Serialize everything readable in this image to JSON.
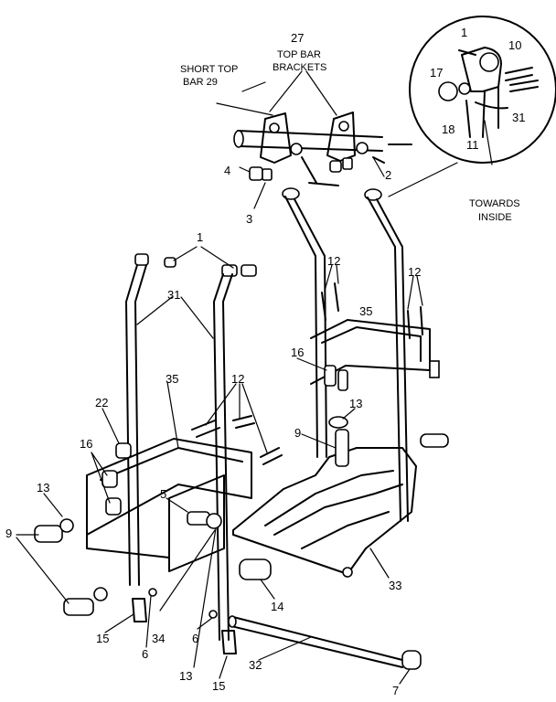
{
  "labels": {
    "n1": "1",
    "n1b": "1",
    "n2": "2",
    "n3": "3",
    "n4": "4",
    "n5": "5",
    "n6": "6",
    "n6b": "6",
    "n7": "7",
    "n9": "9",
    "n9b": "9",
    "n10": "10",
    "n11": "11",
    "n12a": "12",
    "n12b": "12",
    "n12c": "12",
    "n13": "13",
    "n13b": "13",
    "n13c": "13",
    "n14": "14",
    "n15": "15",
    "n15b": "15",
    "n16": "16",
    "n16b": "16",
    "n17": "17",
    "n18": "18",
    "n22": "22",
    "n27": "27",
    "n31": "31",
    "n31b": "31",
    "n32": "32",
    "n33": "33",
    "n34": "34",
    "n35": "35",
    "n35b": "35",
    "short_top_l1": "SHORT TOP",
    "short_top_l2": "BAR 29",
    "top_bar_l1": "TOP BAR",
    "top_bar_l2": "BRACKETS",
    "towards_l1": "TOWARDS",
    "towards_l2": "INSIDE"
  }
}
